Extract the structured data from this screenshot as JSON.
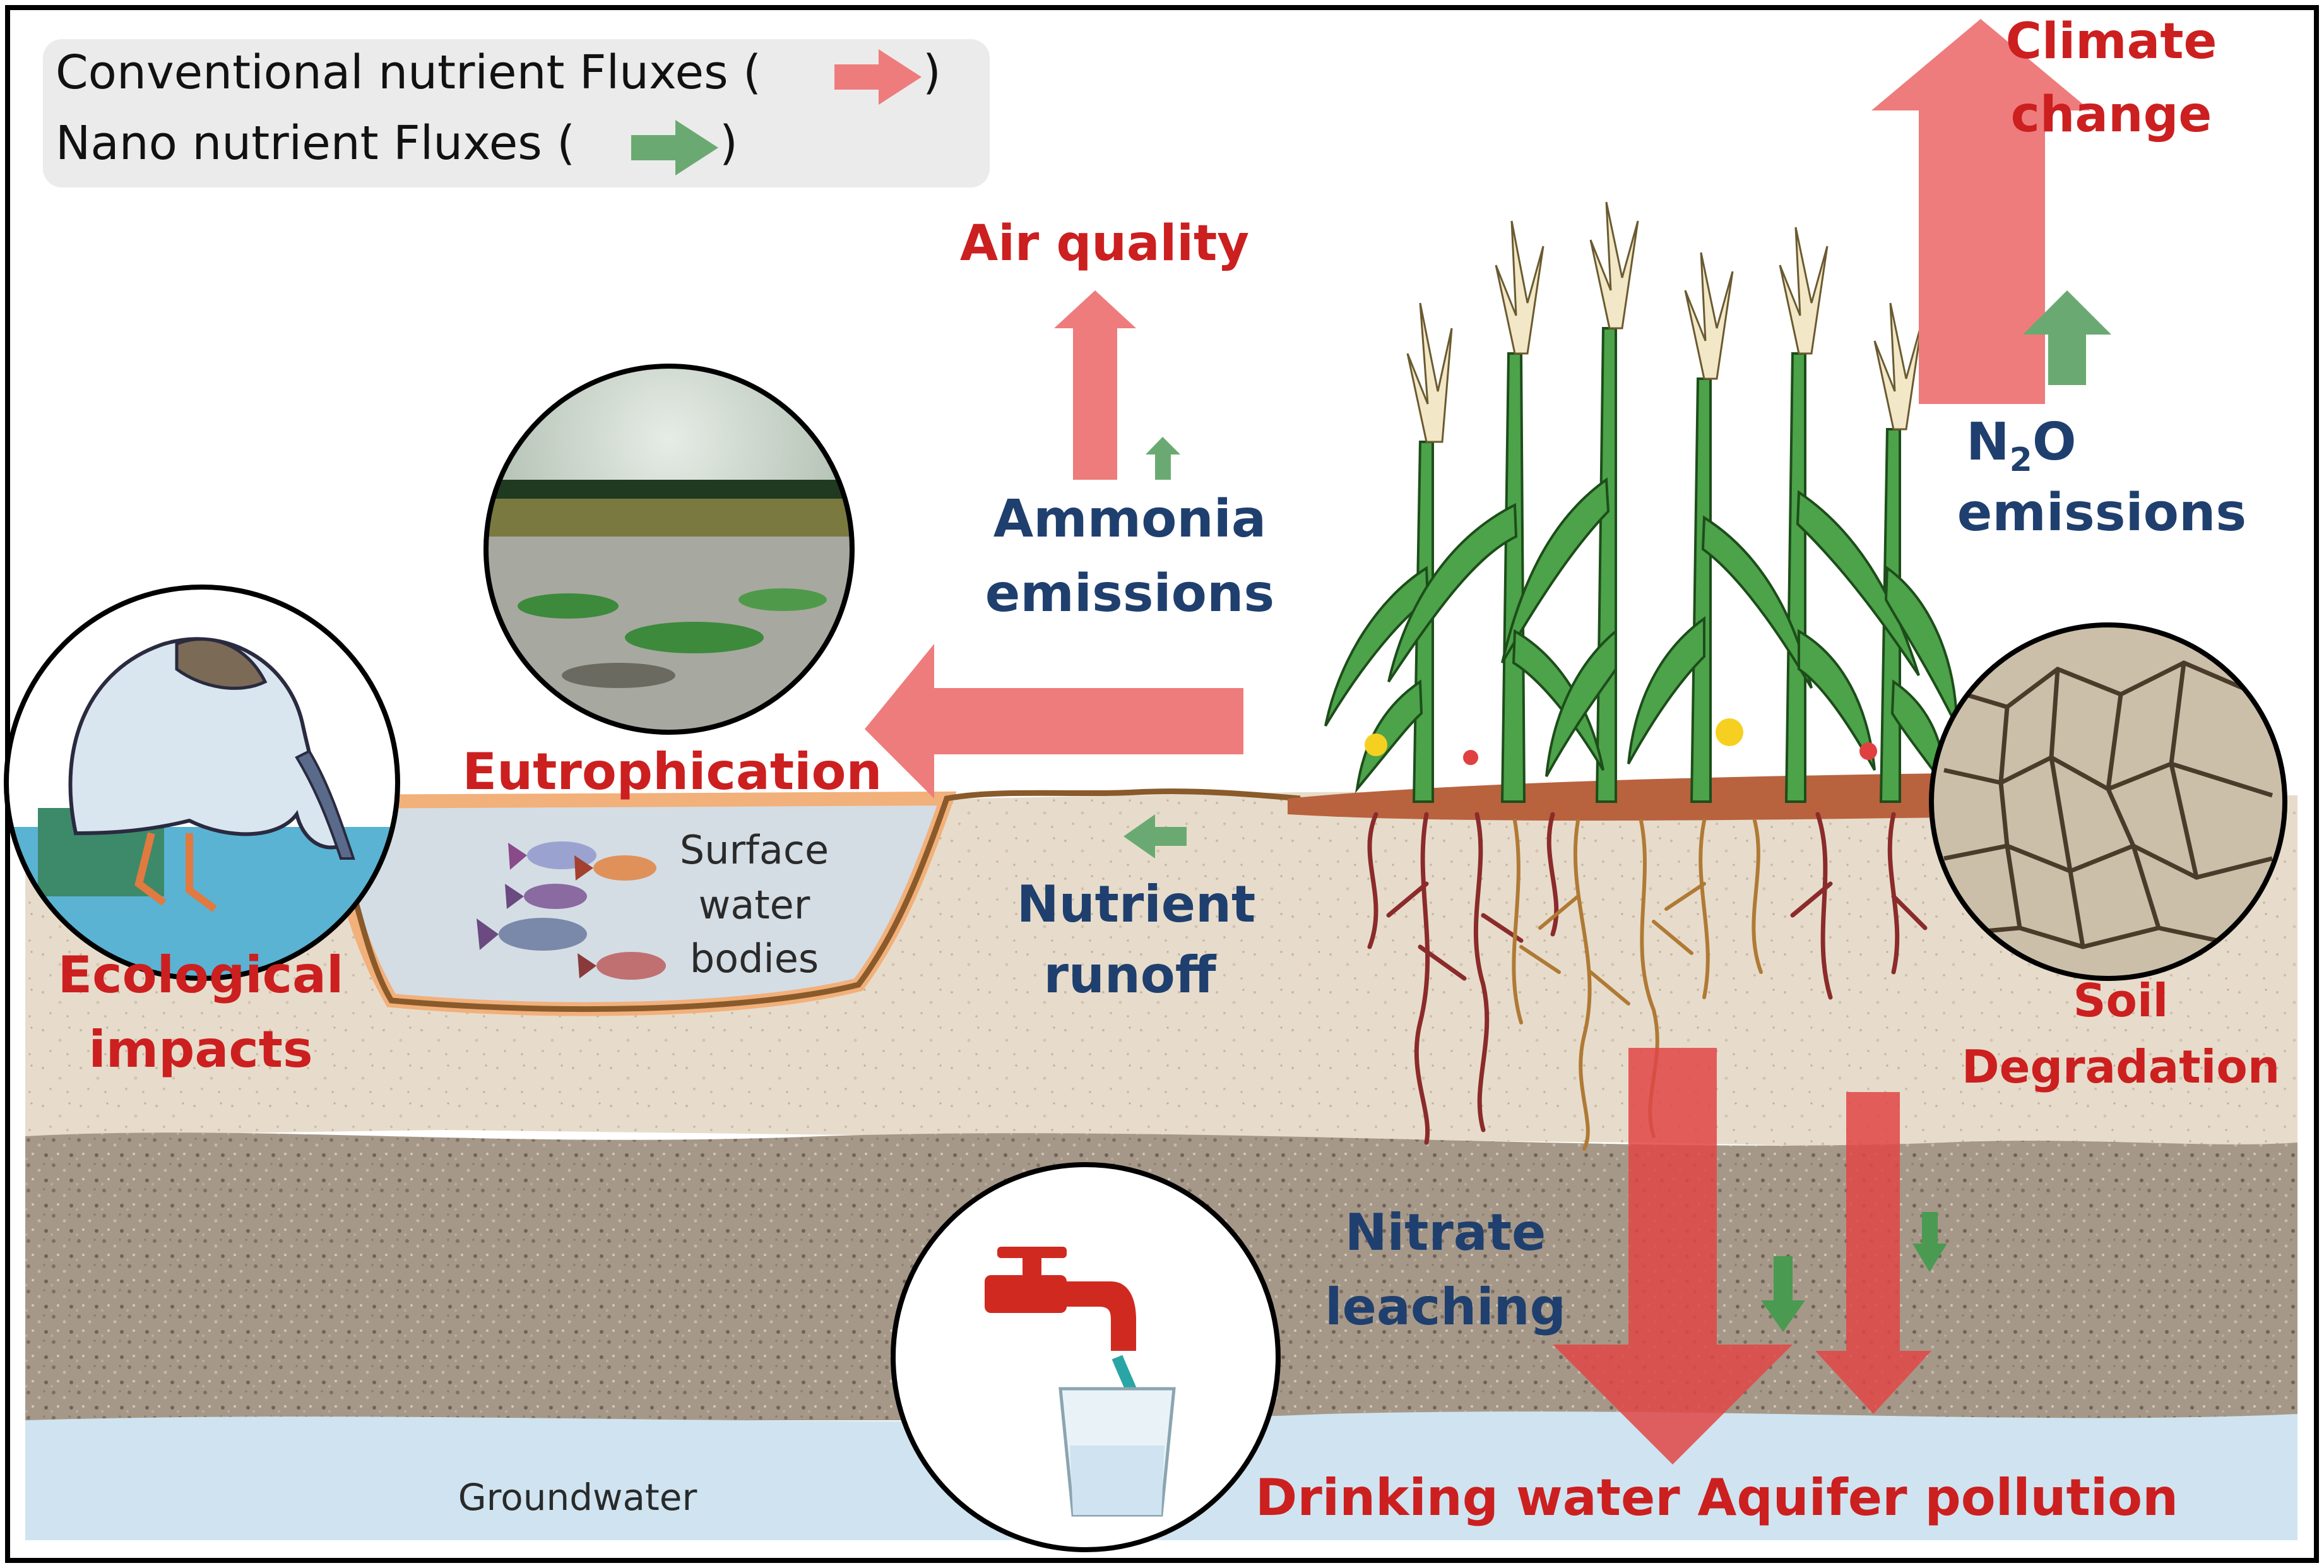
{
  "legend": {
    "conventional_label": "Conventional nutrient Fluxes (",
    "conventional_close": ")",
    "nano_label": "Nano nutrient Fluxes (",
    "nano_close": ")"
  },
  "labels": {
    "climate_change_1": "Climate",
    "climate_change_2": "change",
    "air_quality": "Air quality",
    "ammonia_1": "Ammonia",
    "ammonia_2": "emissions",
    "n2o_n": "N",
    "n2o_sub": "2",
    "n2o_o": "O",
    "n2o_2": "emissions",
    "eutrophication": "Eutrophication",
    "surface_1": "Surface",
    "surface_2": "water",
    "surface_3": "bodies",
    "nutrient_1": "Nutrient",
    "nutrient_2": "runoff",
    "ecological_1": "Ecological",
    "ecological_2": "impacts",
    "soil_1": "Soil",
    "soil_2": "Degradation",
    "nitrate_1": "Nitrate",
    "nitrate_2": "leaching",
    "groundwater": "Groundwater",
    "aquifer": "Drinking water Aquifer pollution"
  },
  "colors": {
    "conventional_arrow": "#ee7c7c",
    "nano_arrow": "#6aaa72",
    "impact_text": "#cc1f1f",
    "process_text": "#1f3f6e",
    "topsoil": "#e7dccb",
    "subsoil": "#a39585",
    "groundwater": "#cfe4f0",
    "legend_bg": "#ebebeb"
  },
  "icons": {
    "crop": "corn-plants-icon",
    "bird": "bird-drinking-icon",
    "pond": "eutrophic-pond-icon",
    "dry_soil": "cracked-soil-icon",
    "tap": "water-tap-icon",
    "fish": "fish-icon"
  }
}
